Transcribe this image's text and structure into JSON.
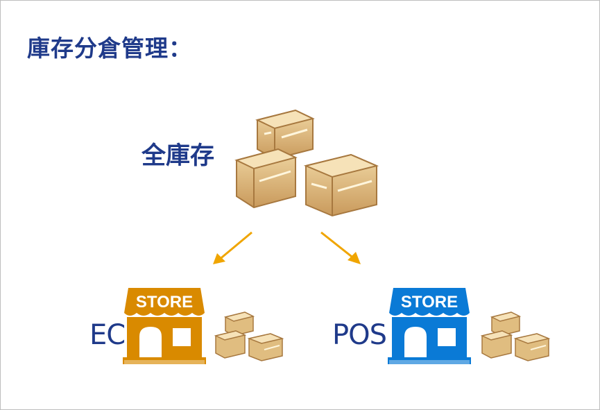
{
  "title": "庫存分倉管理：",
  "nodes": {
    "all_inventory": "全庫存",
    "ec": "EC",
    "pos": "POS"
  },
  "store_sign": {
    "ec": "STORE",
    "pos": "STORE"
  },
  "colors": {
    "title": "#1f3a8a",
    "arrow": "#f0a500",
    "ec_store": "#d98a00",
    "pos_store": "#0a7ad6",
    "crate_light": "#e6c68e",
    "crate_dark": "#b78a4f"
  }
}
